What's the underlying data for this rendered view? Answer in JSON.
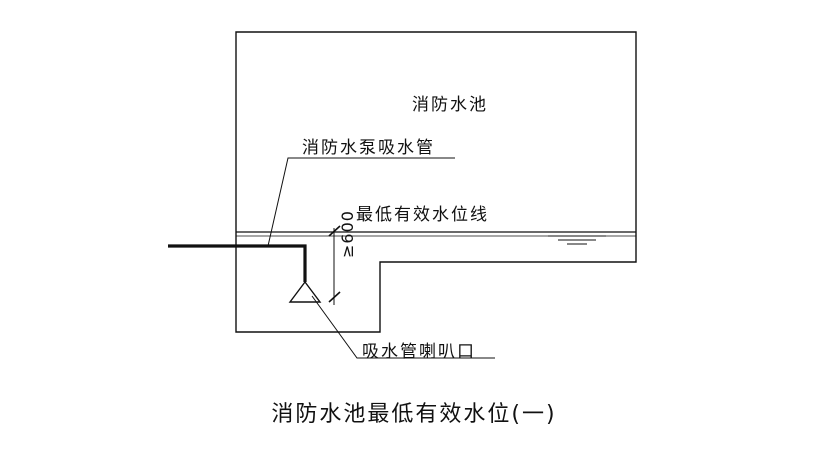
{
  "labels": {
    "pool": "消防水池",
    "suction_pipe": "消防水泵吸水管",
    "min_water_level_line": "最低有效水位线",
    "dimension": "≥600",
    "bell_mouth": "吸水管喇叭口"
  },
  "caption": "消防水池最低有效水位(一)",
  "colors": {
    "line": "#111111",
    "background": "#ffffff"
  }
}
